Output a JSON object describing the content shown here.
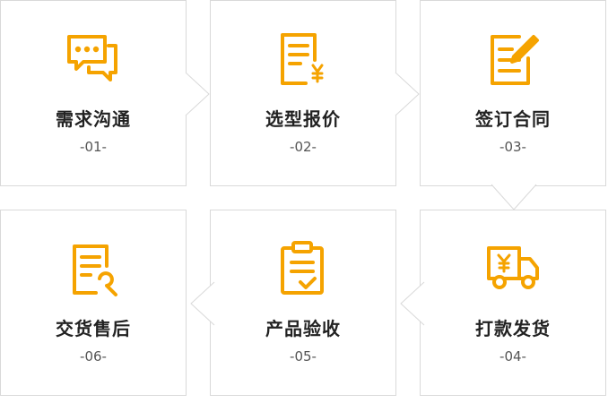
{
  "accent_color": "#f5a300",
  "steps": [
    {
      "title": "需求沟通",
      "number": "-01-",
      "icon": "chat-bubbles-icon"
    },
    {
      "title": "选型报价",
      "number": "-02-",
      "icon": "quote-document-icon"
    },
    {
      "title": "签订合同",
      "number": "-03-",
      "icon": "sign-contract-icon"
    },
    {
      "title": "打款发货",
      "number": "-04-",
      "icon": "delivery-truck-icon"
    },
    {
      "title": "产品验收",
      "number": "-05-",
      "icon": "checklist-clipboard-icon"
    },
    {
      "title": "交货售后",
      "number": "-06-",
      "icon": "after-sales-tool-icon"
    }
  ]
}
